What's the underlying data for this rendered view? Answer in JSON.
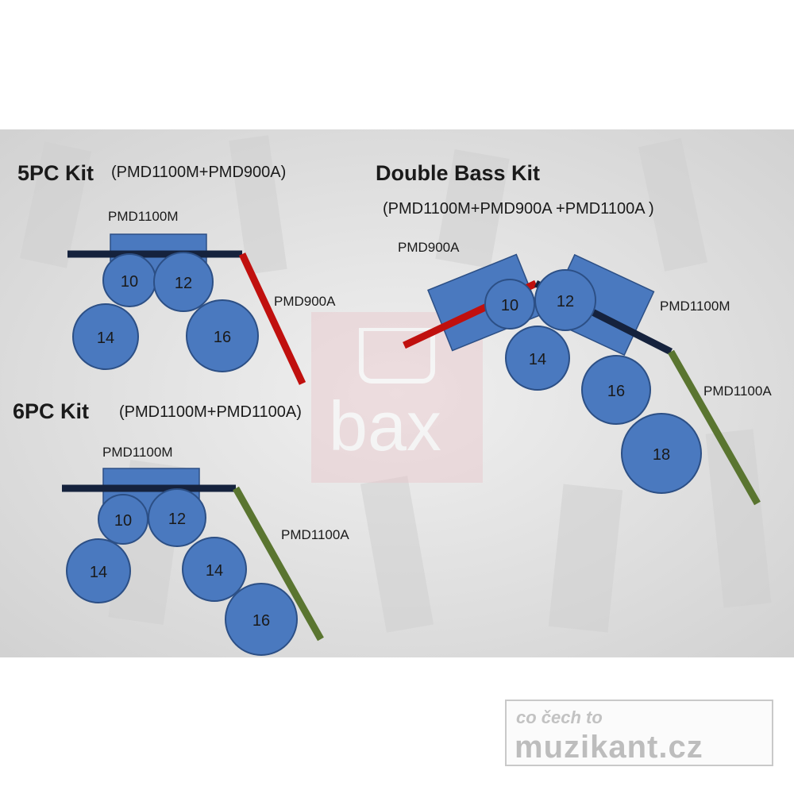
{
  "kits": {
    "five_pc": {
      "title": "5PC Kit",
      "formula": "(PMD1100M+PMD900A)"
    },
    "six_pc": {
      "title": "6PC Kit",
      "formula": "(PMD1100M+PMD1100A)"
    },
    "double_bass": {
      "title": "Double Bass Kit",
      "formula": "(PMD1100M+PMD900A +PMD1100A )"
    }
  },
  "part_labels": {
    "five_pc_main": "PMD1100M",
    "five_pc_arm": "PMD900A",
    "six_pc_main": "PMD1100M",
    "six_pc_arm": "PMD1100A",
    "double_left": "PMD900A",
    "double_main": "PMD1100M",
    "double_arm": "PMD1100A"
  },
  "drums": {
    "five_pc": [
      "10",
      "12",
      "14",
      "16"
    ],
    "six_pc": [
      "10",
      "12",
      "14",
      "14",
      "16"
    ],
    "double_bass": [
      "10",
      "12",
      "14",
      "16",
      "18"
    ]
  },
  "watermark": {
    "text": "bax"
  },
  "logo": {
    "tagline": "co čech to",
    "name": "muzikant.cz"
  },
  "colors": {
    "drum": "#4a79bf",
    "drum_outline": "#2c4f85",
    "bar_navy": "#15223d",
    "bar_red": "#c0100e",
    "bar_green": "#5a7530",
    "panel": "#e4e4e4"
  }
}
